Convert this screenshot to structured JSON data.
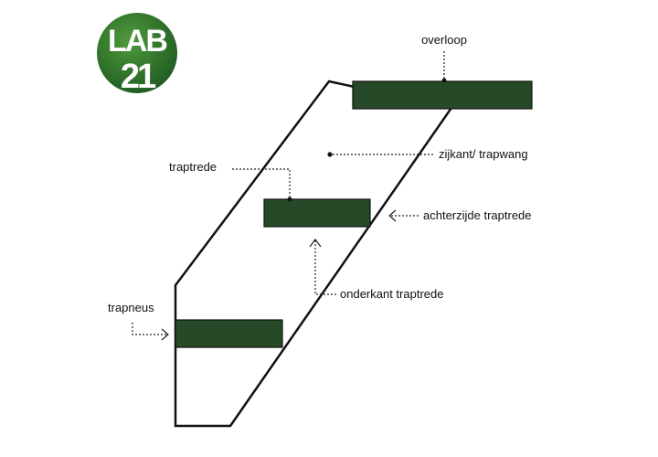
{
  "logo": {
    "line1": "LAB",
    "line2": "21",
    "color": "#2f6e2c"
  },
  "colors": {
    "step_fill": "#264a27",
    "outline": "#111111",
    "leader": "#222222"
  },
  "labels": {
    "overloop": "overloop",
    "zijkant": "zijkant/ trapwang",
    "traptrede": "traptrede",
    "achterzijde": "achterzijde traptrede",
    "onderkant": "onderkant traptrede",
    "trapneus": "trapneus"
  }
}
